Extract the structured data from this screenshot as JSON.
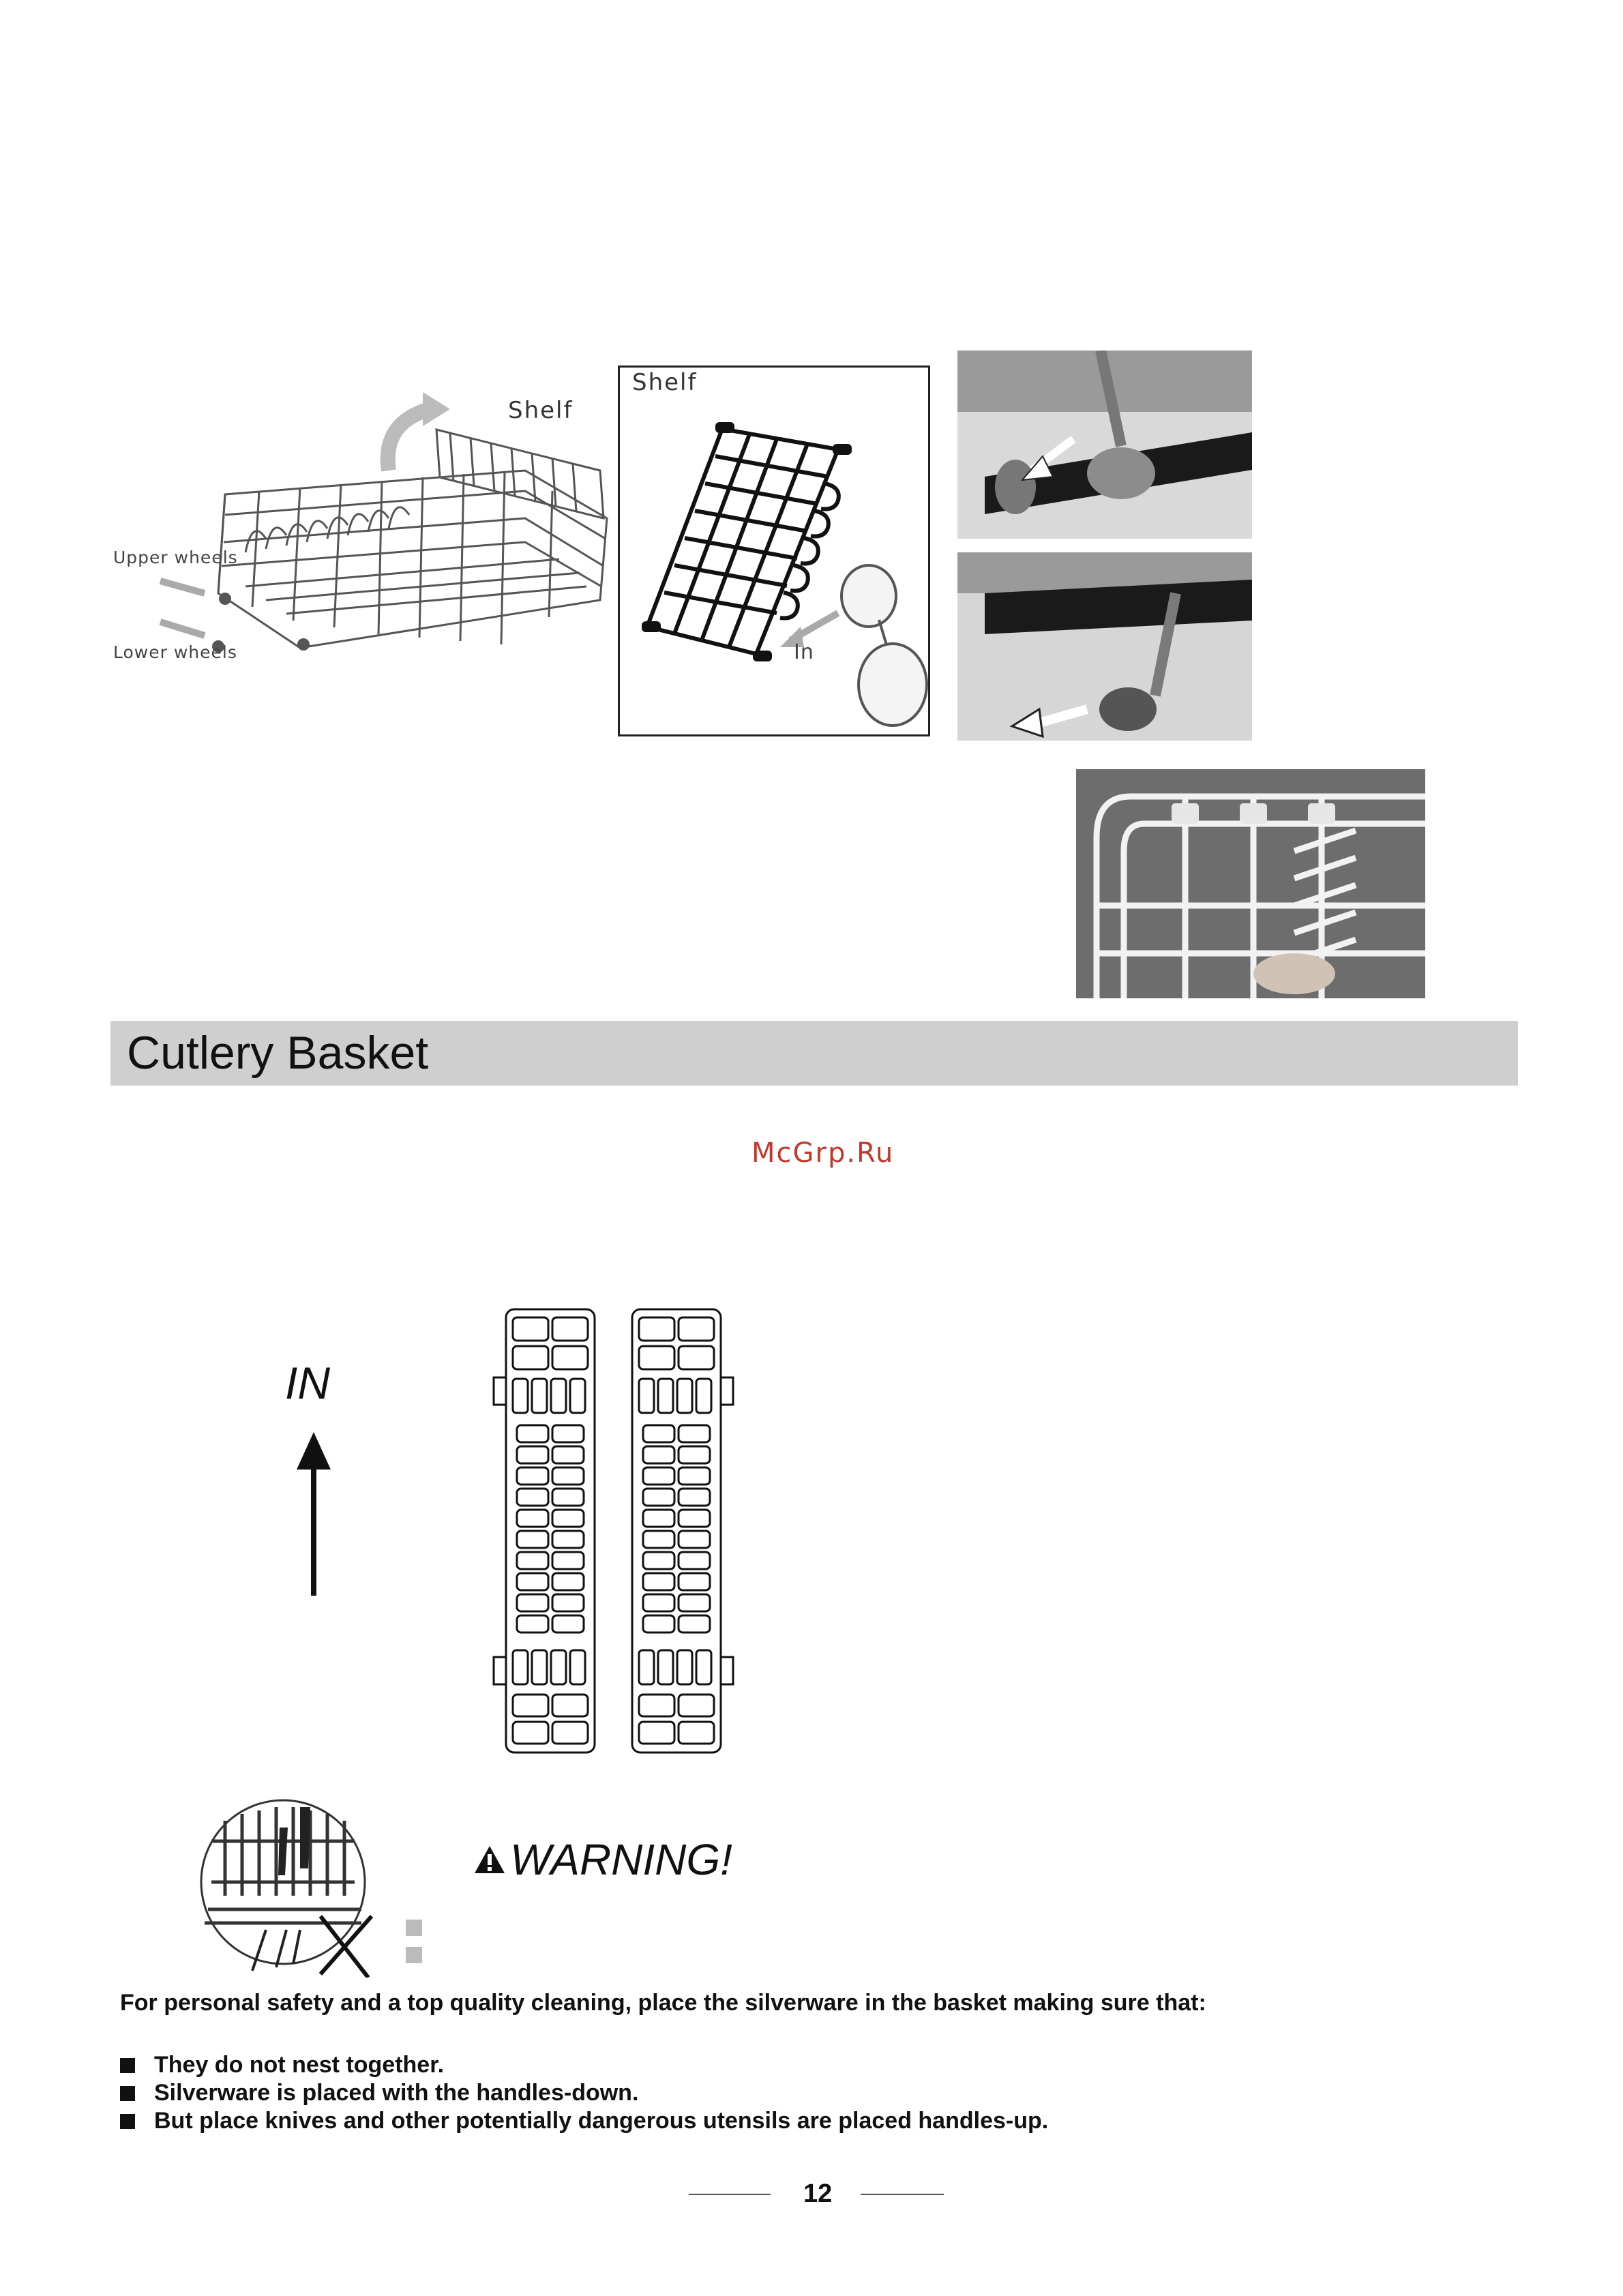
{
  "figures": {
    "rack_diagram": {
      "shelf_label": "Shelf",
      "upper_wheels_label": "Upper wheels",
      "lower_wheels_label": "Lower wheels"
    },
    "shelf_detail": {
      "shelf_label": "Shelf",
      "in_label": "In"
    }
  },
  "section": {
    "title": "Cutlery Basket"
  },
  "watermark": "McGrp.Ru",
  "basket_diagram": {
    "direction_label": "IN"
  },
  "warning": {
    "title": "WARNING!",
    "icon": "warning-triangle-icon"
  },
  "safety": {
    "intro": "For personal safety and a  top quality cleaning, place the silverware in the basket making sure that:",
    "items": [
      "They do not nest together.",
      "Silverware is placed  with the handles-down.",
      "But place knives and other potentially  dangerous utensils are placed handles-up."
    ]
  },
  "footer": {
    "page_number": "12"
  }
}
